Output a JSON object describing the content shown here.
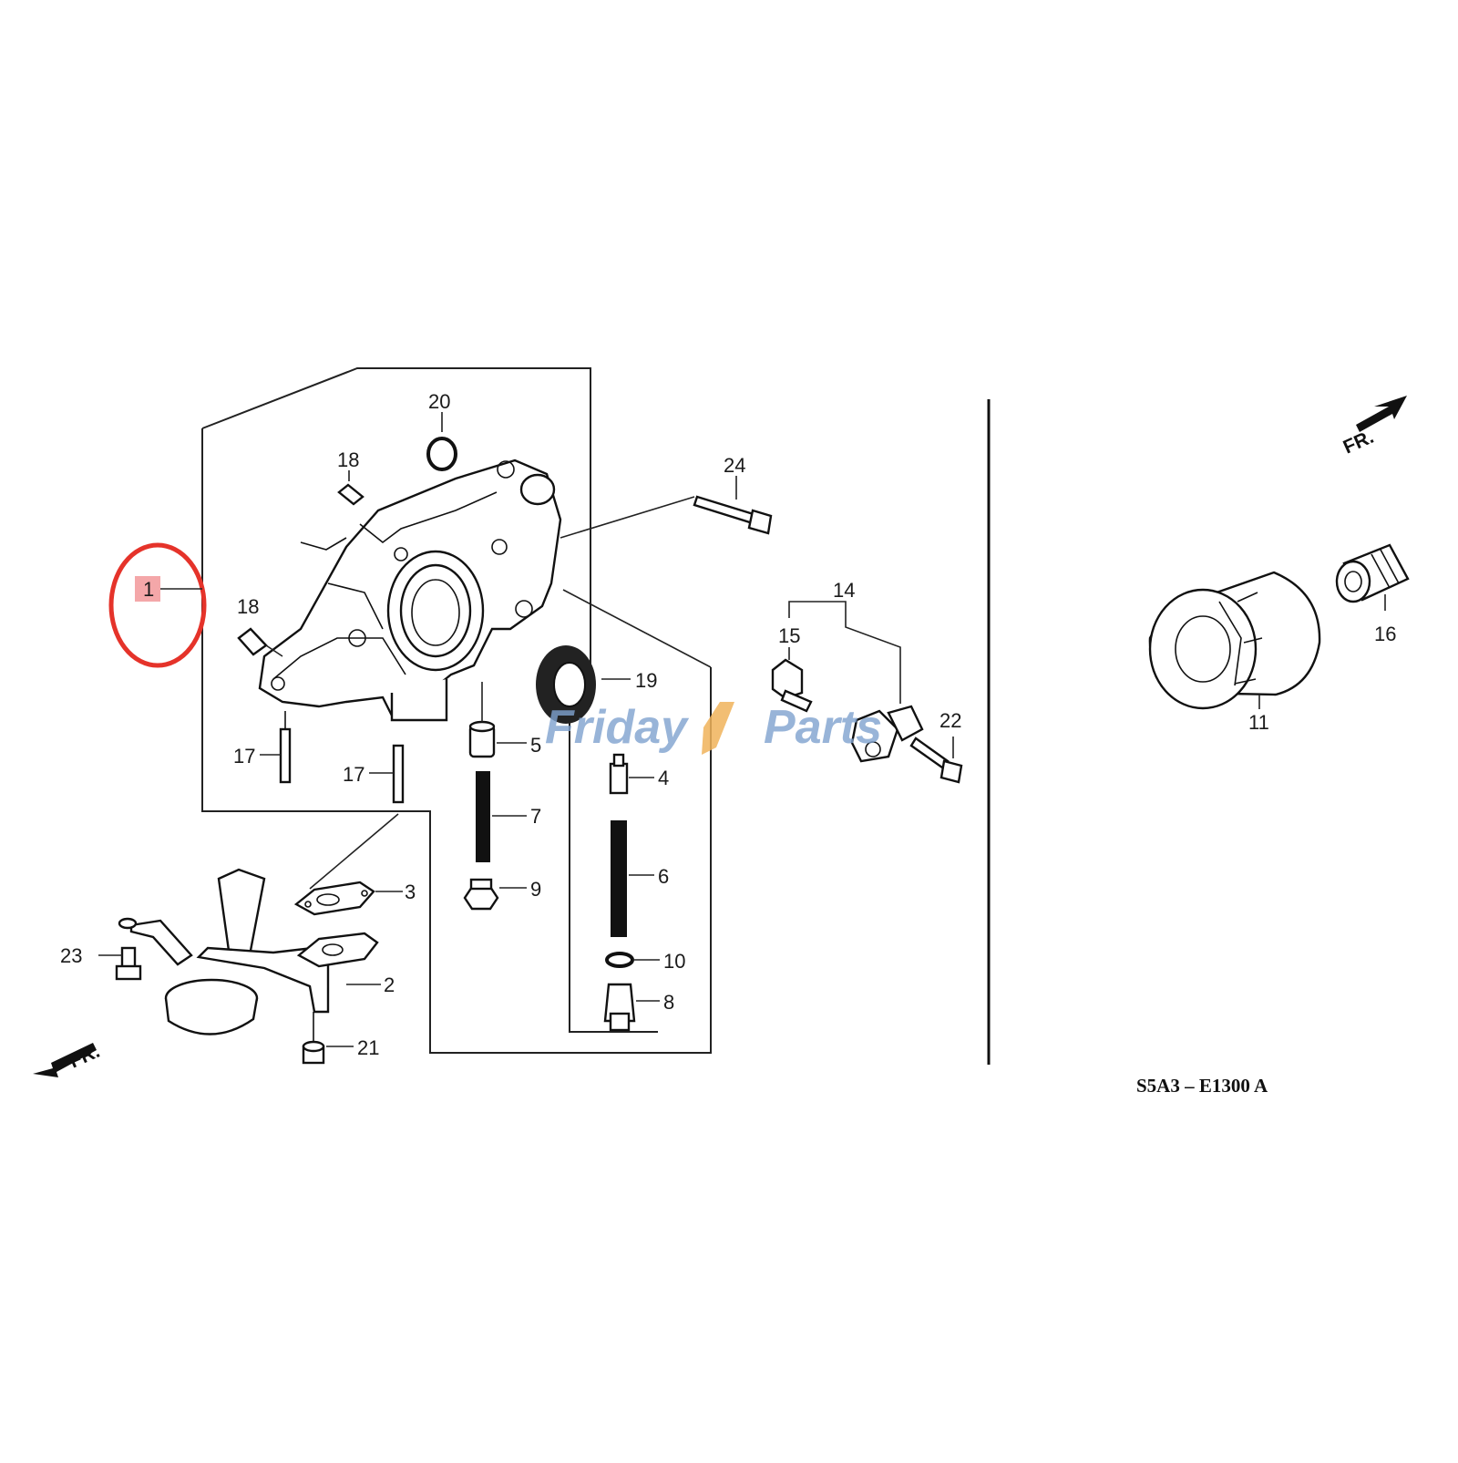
{
  "diagram": {
    "callouts": [
      {
        "id": "1",
        "text": "1"
      },
      {
        "id": "2",
        "text": "2"
      },
      {
        "id": "3",
        "text": "3"
      },
      {
        "id": "4",
        "text": "4"
      },
      {
        "id": "5",
        "text": "5"
      },
      {
        "id": "6",
        "text": "6"
      },
      {
        "id": "7",
        "text": "7"
      },
      {
        "id": "8",
        "text": "8"
      },
      {
        "id": "9",
        "text": "9"
      },
      {
        "id": "10",
        "text": "10"
      },
      {
        "id": "11",
        "text": "11"
      },
      {
        "id": "14",
        "text": "14"
      },
      {
        "id": "15",
        "text": "15"
      },
      {
        "id": "16",
        "text": "16"
      },
      {
        "id": "17a",
        "text": "17"
      },
      {
        "id": "17b",
        "text": "17"
      },
      {
        "id": "18a",
        "text": "18"
      },
      {
        "id": "18b",
        "text": "18"
      },
      {
        "id": "19",
        "text": "19"
      },
      {
        "id": "20",
        "text": "20"
      },
      {
        "id": "21",
        "text": "21"
      },
      {
        "id": "22",
        "text": "22"
      },
      {
        "id": "23",
        "text": "23"
      },
      {
        "id": "24",
        "text": "24"
      }
    ],
    "direction_labels": {
      "front_left": "FR.",
      "front_right": "FR."
    },
    "diagram_code": "S5A3 – E1300 A",
    "highlight": {
      "part": "1",
      "ring_color": "#e5332a",
      "box_color": "#f4a7a9"
    },
    "watermark": {
      "brand_a": "Friday",
      "brand_b": "Parts"
    }
  }
}
